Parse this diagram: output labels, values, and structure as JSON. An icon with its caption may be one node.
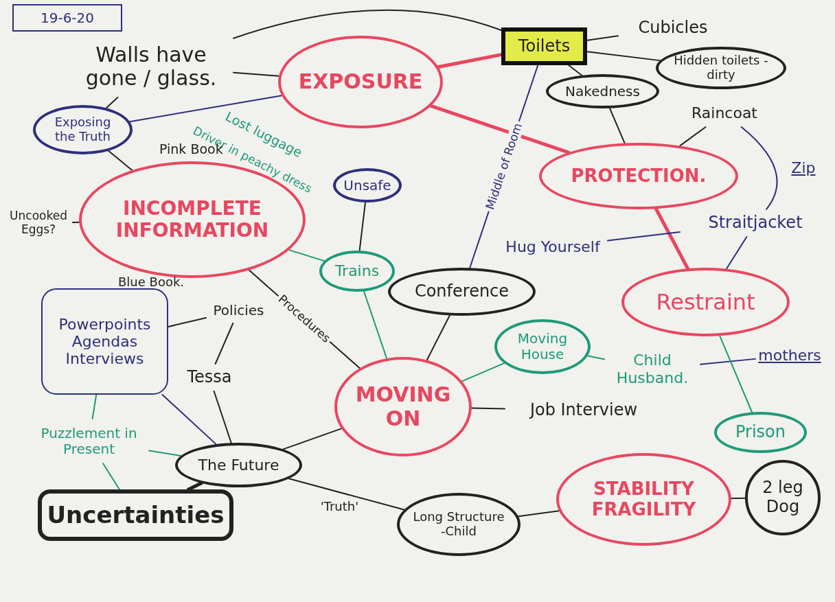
{
  "diagram": {
    "nodes": [
      {
        "text": [
          "19-6-20"
        ]
      },
      {
        "text": [
          "Walls have gone / glass."
        ]
      },
      {
        "text": [
          "EXPOSURE"
        ]
      },
      {
        "text": [
          "Toilets"
        ]
      },
      {
        "text": [
          "Cubicles"
        ]
      },
      {
        "text": [
          "Hidden toilets -dirty"
        ]
      },
      {
        "text": [
          "Nakedness"
        ]
      },
      {
        "text": [
          "Exposing the Truth"
        ]
      },
      {
        "text": [
          "INCOMPLETE INFORMATION"
        ]
      },
      {
        "text": [
          "Unsafe"
        ]
      },
      {
        "text": [
          "PROTECTION."
        ]
      },
      {
        "text": [
          "Raincoat"
        ]
      },
      {
        "text": [
          "Straitjacket"
        ]
      },
      {
        "text": [
          "Hug Yourself"
        ]
      },
      {
        "text": [
          "Restraint"
        ]
      },
      {
        "text": [
          "Uncooked Eggs?"
        ]
      },
      {
        "text": [
          "Trains"
        ]
      },
      {
        "text": [
          "Conference"
        ]
      },
      {
        "text": [
          "Policies"
        ]
      },
      {
        "text": [
          "Powerpoints Agendas Interviews"
        ]
      },
      {
        "text": [
          "Tessa"
        ]
      },
      {
        "text": [
          "MOVING ON"
        ]
      },
      {
        "text": [
          "Moving House"
        ]
      },
      {
        "text": [
          "Child Husband."
        ]
      },
      {
        "text": [
          "mothers"
        ]
      },
      {
        "text": [
          "Prison"
        ]
      },
      {
        "text": [
          "Job Interview"
        ]
      },
      {
        "text": [
          "Puzzlement in Present"
        ]
      },
      {
        "text": [
          "The Future"
        ]
      },
      {
        "text": [
          "Uncertainties"
        ]
      },
      {
        "text": [
          "Long Structure -Child"
        ]
      },
      {
        "text": [
          "STABILITY FRAGILITY"
        ]
      },
      {
        "text": [
          "2 leg Dog"
        ]
      }
    ],
    "edges": [
      {
        "from": 1,
        "to": 3,
        "arrow": "none"
      },
      {
        "from": 1,
        "to": 2,
        "arrow": "none"
      },
      {
        "from": 7,
        "to": 1,
        "arrow": "none"
      },
      {
        "from": 7,
        "to": 2,
        "arrow": "none",
        "color": "#2e2f7a"
      },
      {
        "from": 7,
        "to": 8,
        "arrow": "none"
      },
      {
        "from": 3,
        "to": 2,
        "arrow": "none",
        "style": "thick",
        "color": "#e8475f"
      },
      {
        "from": 2,
        "to": 10,
        "arrow": "none",
        "style": "thick",
        "color": "#e8475f"
      },
      {
        "from": 3,
        "to": 4,
        "arrow": "none"
      },
      {
        "from": 3,
        "to": 5,
        "arrow": "none"
      },
      {
        "from": 3,
        "to": 6,
        "arrow": "none"
      },
      {
        "from": 6,
        "to": 10,
        "arrow": "none"
      },
      {
        "from": 10,
        "to": 11,
        "arrow": "none"
      },
      {
        "from": 11,
        "to": 12,
        "arrow": "none",
        "label": "Zip",
        "color": "#2e2f7a"
      },
      {
        "from": 10,
        "to": 14,
        "arrow": "none",
        "style": "thick",
        "color": "#e8475f"
      },
      {
        "from": 13,
        "to": 12,
        "arrow": "none",
        "color": "#2e2f7a"
      },
      {
        "from": 12,
        "to": 14,
        "arrow": "none",
        "color": "#2e2f7a"
      },
      {
        "from": 15,
        "to": 8,
        "arrow": "none"
      },
      {
        "from": 8,
        "to": 16,
        "arrow": "none",
        "color": "#1e9a78"
      },
      {
        "from": 9,
        "to": 16,
        "arrow": "none"
      },
      {
        "from": 16,
        "to": 21,
        "arrow": "none",
        "color": "#1e9a78"
      },
      {
        "from": 17,
        "to": 3,
        "arrow": "none",
        "label": "Middle of Room",
        "color": "#2e2f7a"
      },
      {
        "from": 17,
        "to": 21,
        "arrow": "none"
      },
      {
        "from": 8,
        "to": 21,
        "arrow": "none",
        "label": "Procedures"
      },
      {
        "from": 19,
        "to": 18,
        "arrow": "none"
      },
      {
        "from": 20,
        "to": 18,
        "arrow": "none"
      },
      {
        "from": 19,
        "to": 28,
        "arrow": "none",
        "color": "#2e2f7a"
      },
      {
        "from": 19,
        "to": 27,
        "arrow": "none",
        "color": "#1e9a78"
      },
      {
        "from": 27,
        "to": 28,
        "arrow": "none",
        "color": "#1e9a78"
      },
      {
        "from": 27,
        "to": 29,
        "arrow": "none",
        "color": "#1e9a78"
      },
      {
        "from": 20,
        "to": 28,
        "arrow": "none"
      },
      {
        "from": 21,
        "to": 28,
        "arrow": "none"
      },
      {
        "from": 28,
        "to": 29,
        "arrow": "none",
        "style": "thick"
      },
      {
        "from": 28,
        "to": 30,
        "arrow": "none",
        "label": "'Truth'"
      },
      {
        "from": 30,
        "to": 31,
        "arrow": "none"
      },
      {
        "from": 31,
        "to": 32,
        "arrow": "none"
      },
      {
        "from": 21,
        "to": 22,
        "arrow": "none",
        "color": "#1e9a78"
      },
      {
        "from": 22,
        "to": 23,
        "arrow": "none",
        "color": "#1e9a78"
      },
      {
        "from": 23,
        "to": 24,
        "arrow": "none",
        "color": "#2e2f7a"
      },
      {
        "from": 14,
        "to": 25,
        "arrow": "none",
        "color": "#1e9a78"
      },
      {
        "from": 21,
        "to": 26,
        "arrow": "none"
      }
    ],
    "labels": [
      "Lost luggage",
      "Driver in peachy dress",
      "Pink Book",
      "Blue Book."
    ]
  }
}
